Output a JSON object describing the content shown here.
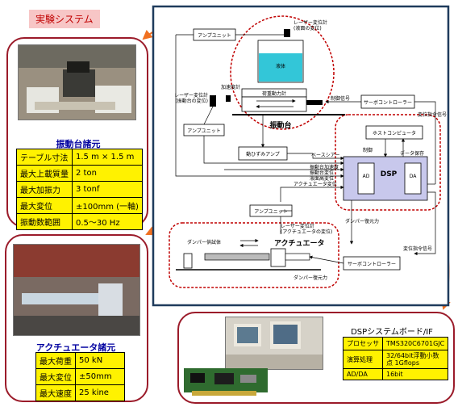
{
  "title": "実験システム",
  "shake_table_specs": {
    "heading": "振動台諸元",
    "rows": [
      {
        "label": "テーブル寸法",
        "value": "1.5 m × 1.5 m"
      },
      {
        "label": "最大上載質量",
        "value": "2 ton"
      },
      {
        "label": "最大加振力",
        "value": "3 tonf"
      },
      {
        "label": "最大変位",
        "value": "±100mm (一軸)"
      },
      {
        "label": "振動数範囲",
        "value": "0.5〜30 Hz"
      }
    ]
  },
  "actuator_specs": {
    "heading": "アクチュエータ諸元",
    "rows": [
      {
        "label": "最大荷重",
        "value": "50 kN"
      },
      {
        "label": "最大変位",
        "value": "±50mm"
      },
      {
        "label": "最大速度",
        "value": "25 kine"
      }
    ]
  },
  "dsp_specs": {
    "heading": "DSPシステムボード/IF",
    "rows": [
      {
        "label": "プロセッサ",
        "value": "TMS320C6701GJC"
      },
      {
        "label": "演算処理",
        "value": "32/64bit浮動小数点 1Gflops"
      },
      {
        "label": "AD/DA",
        "value": "16bit"
      }
    ]
  },
  "diagram": {
    "amp_unit_top": "アンプユニット",
    "laser_top_1": "レーザー変位計",
    "laser_top_2": "(液面の変位)",
    "liquid": "液体",
    "accel": "加速度計",
    "laser_table_1": "レーザー変位計",
    "laser_table_2": "(振動台の変位)",
    "load_cell": "荷重動力計",
    "control_signal": "制御信号",
    "servo_top": "サーボコントローラー",
    "amp_unit_mid": "アンプユニット",
    "shake_table": "振動台",
    "strain_amp": "動ひずみアンプ",
    "host": "ホストコンピュータ",
    "control": "制御",
    "data_save": "データ保存",
    "ad": "AD",
    "dsp": "DSP",
    "da": "DA",
    "disp_command_top": "変位指令信号",
    "sig_base_shear": "ベースシアー",
    "sig_table_accel": "振動台加速度",
    "sig_table_disp": "振動台変位",
    "sig_liquid_level": "液面高変位",
    "sig_actuator_disp": "アクチュエータ変位",
    "amp_unit_bottom": "アンプユニット",
    "damper_restore": "ダンパー復元力",
    "damper_specimen": "ダンパー供試体",
    "laser_act_1": "レーザー変位計",
    "laser_act_2": "(アクチュエータの変位)",
    "actuator": "アクチュエータ",
    "damper_restore_2": "ダンパー復元力",
    "servo_bottom": "サーボコントローラー",
    "disp_command_bottom": "変位指令信号"
  }
}
